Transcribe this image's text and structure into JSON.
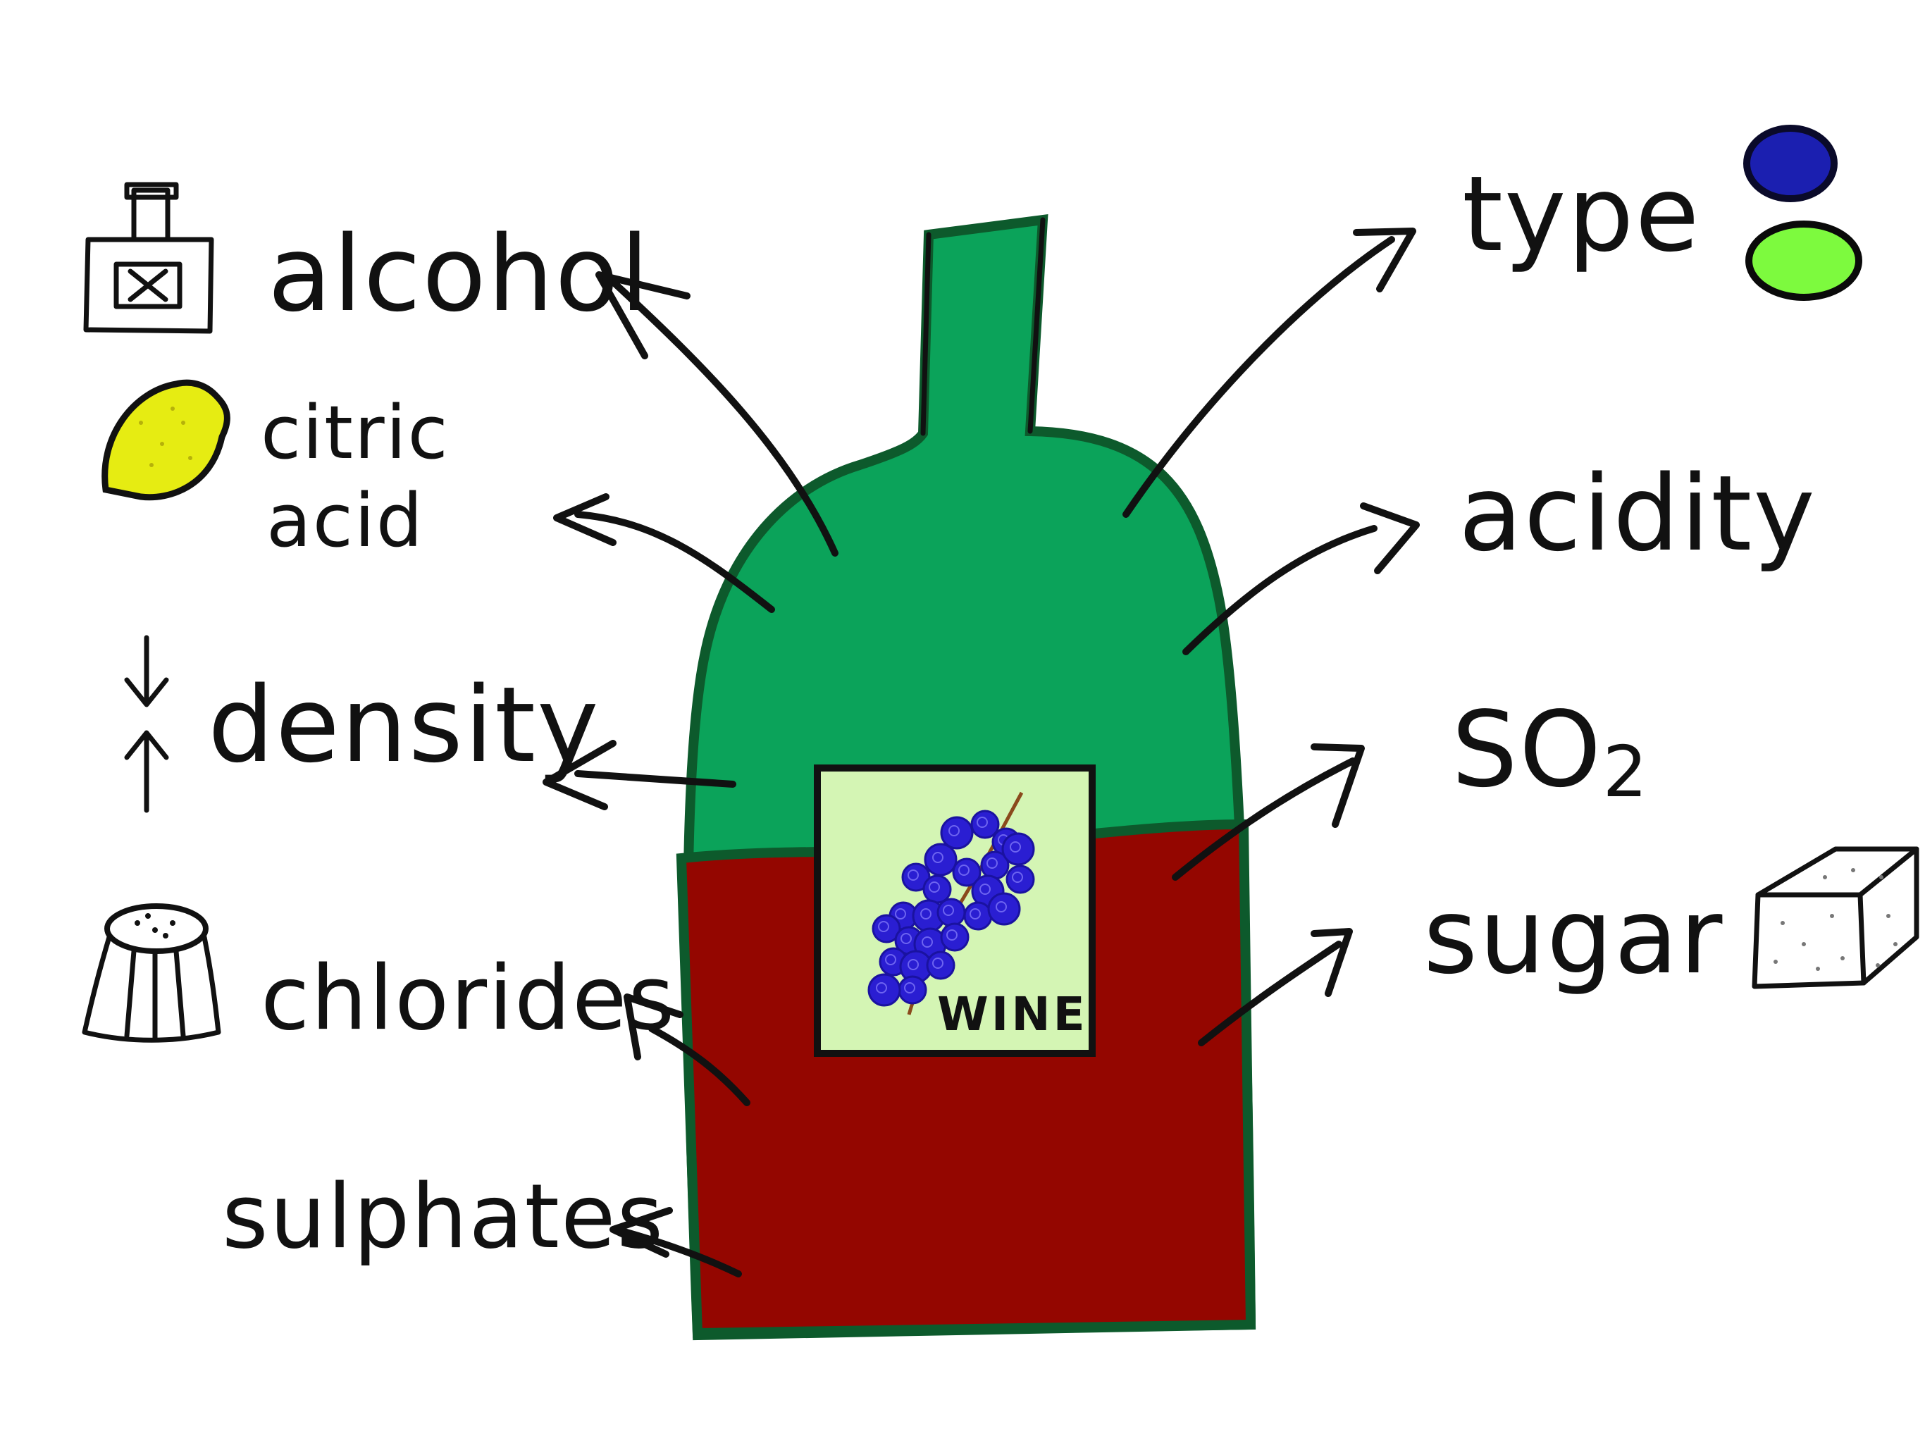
{
  "colors": {
    "bottle_glass": "#0ba35a",
    "bottle_outline": "#0d5a2c",
    "wine": "#940600",
    "label_bg": "#d4f5b4",
    "grape": "#2a1ed2",
    "stem": "#8a4a1c",
    "lemon": "#e6ec12",
    "red_wine_dot": "#1b1fb0",
    "white_wine_dot": "#7dfa3e",
    "ink": "#111111"
  },
  "bottle": {
    "label_text": "WINE"
  },
  "left_labels": [
    {
      "id": "alcohol",
      "text": "alcohol",
      "icon": "bottle-icon"
    },
    {
      "id": "citric",
      "line1": "citric",
      "line2": "acid",
      "icon": "lemon-icon"
    },
    {
      "id": "density",
      "text": "density",
      "icon": "compress-arrows-icon"
    },
    {
      "id": "chlorides",
      "text": "chlorides",
      "icon": "salt-shaker-icon"
    },
    {
      "id": "sulphates",
      "text": "sulphates",
      "icon": ""
    }
  ],
  "right_labels": [
    {
      "id": "type",
      "text": "type",
      "icon": "colored-dots-icon"
    },
    {
      "id": "acidity",
      "text": "acidity",
      "icon": ""
    },
    {
      "id": "so2",
      "main": "SO",
      "sub": "2",
      "icon": ""
    },
    {
      "id": "sugar",
      "text": "sugar",
      "icon": "sugar-cube-icon"
    }
  ]
}
